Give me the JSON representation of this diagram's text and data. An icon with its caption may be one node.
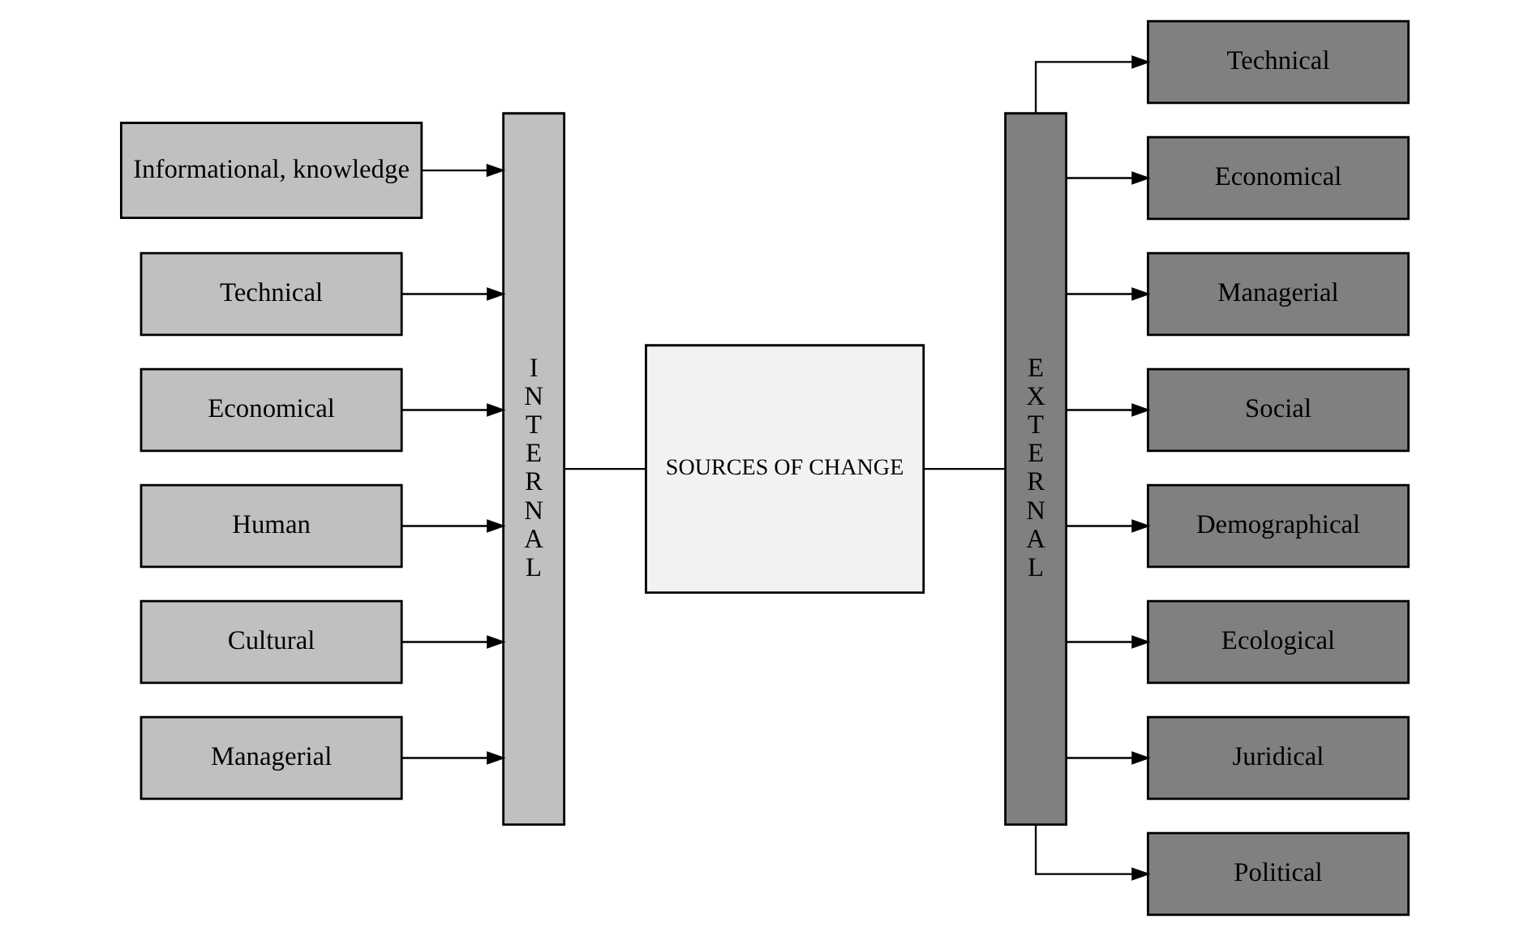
{
  "diagram": {
    "nodes": [
      {
        "text": [
          "Informational, knowledge"
        ]
      },
      {
        "text": [
          "Technical"
        ]
      },
      {
        "text": [
          "Economical"
        ]
      },
      {
        "text": [
          "Human"
        ]
      },
      {
        "text": [
          "Cultural"
        ]
      },
      {
        "text": [
          "Managerial"
        ]
      },
      {
        "text": [
          "INTERNAL"
        ]
      },
      {
        "text": [
          "SOURCES OF CHANGE"
        ]
      },
      {
        "text": [
          "EXTERNAL"
        ]
      },
      {
        "text": [
          "Technical"
        ]
      },
      {
        "text": [
          "Economical"
        ]
      },
      {
        "text": [
          "Managerial"
        ]
      },
      {
        "text": [
          "Social"
        ]
      },
      {
        "text": [
          "Demographical"
        ]
      },
      {
        "text": [
          "Ecological"
        ]
      },
      {
        "text": [
          "Juridical"
        ]
      },
      {
        "text": [
          "Political"
        ]
      }
    ],
    "edges": [
      {
        "from": 0,
        "to": 6,
        "arrow": "to"
      },
      {
        "from": 1,
        "to": 6,
        "arrow": "to"
      },
      {
        "from": 2,
        "to": 6,
        "arrow": "to"
      },
      {
        "from": 3,
        "to": 6,
        "arrow": "to"
      },
      {
        "from": 4,
        "to": 6,
        "arrow": "to"
      },
      {
        "from": 5,
        "to": 6,
        "arrow": "to"
      },
      {
        "from": 6,
        "to": 7,
        "arrow": "none"
      },
      {
        "from": 7,
        "to": 8,
        "arrow": "none"
      },
      {
        "from": 8,
        "to": 9,
        "arrow": "to"
      },
      {
        "from": 8,
        "to": 10,
        "arrow": "to"
      },
      {
        "from": 8,
        "to": 11,
        "arrow": "to"
      },
      {
        "from": 8,
        "to": 12,
        "arrow": "to"
      },
      {
        "from": 8,
        "to": 13,
        "arrow": "to"
      },
      {
        "from": 8,
        "to": 14,
        "arrow": "to"
      },
      {
        "from": 8,
        "to": 15,
        "arrow": "to"
      },
      {
        "from": 8,
        "to": 16,
        "arrow": "to"
      }
    ]
  }
}
